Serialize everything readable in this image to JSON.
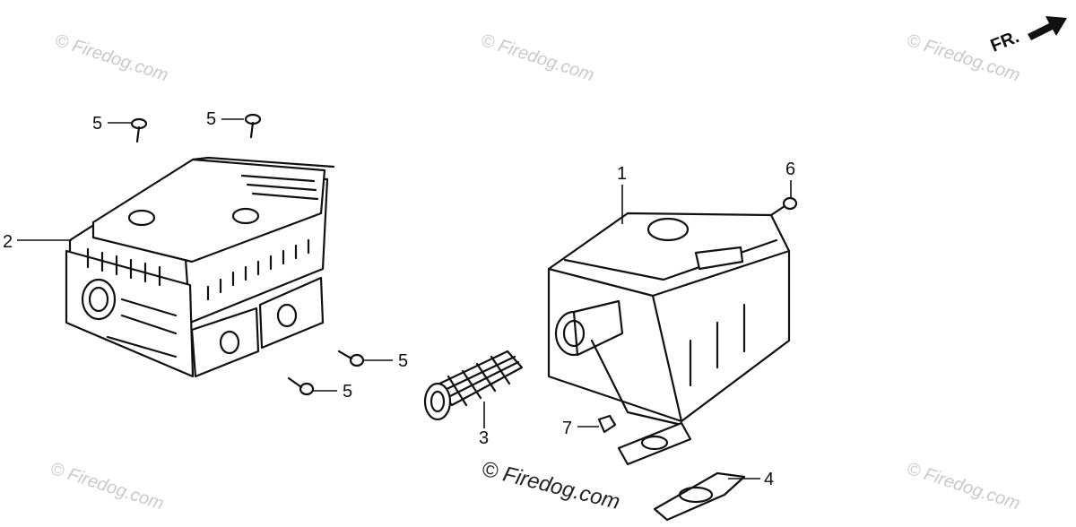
{
  "parts": [
    {
      "callout": "1"
    },
    {
      "callout": "2"
    },
    {
      "callout": "3"
    },
    {
      "callout": "4"
    },
    {
      "callout": "5"
    },
    {
      "callout": "6"
    },
    {
      "callout": "7"
    }
  ],
  "direction_marker": {
    "label": "FR."
  },
  "watermark": {
    "text": "© Firedog.com"
  },
  "colors": {
    "ink": "#111111",
    "watermark": "#c9c9c9",
    "background": "#ffffff"
  }
}
